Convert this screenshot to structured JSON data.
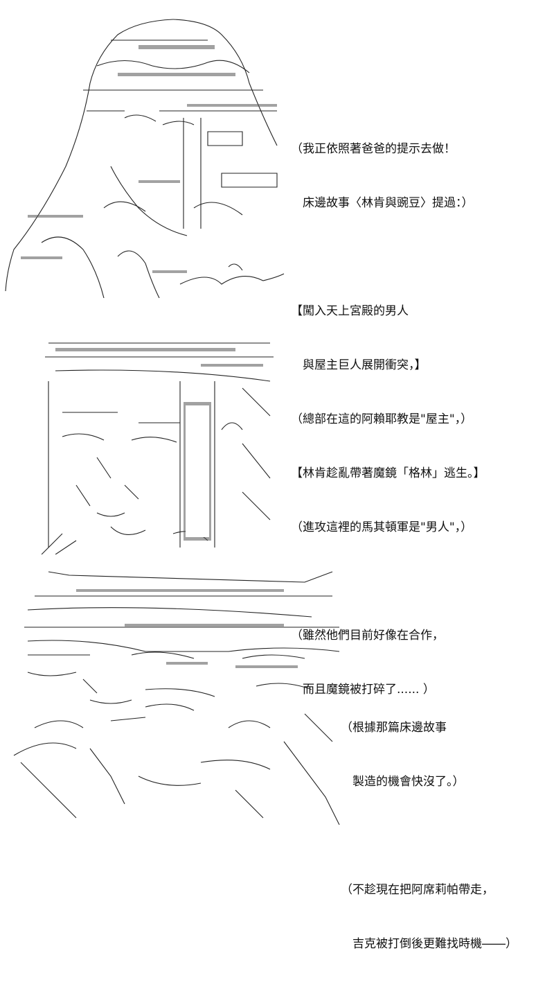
{
  "panels": [
    {
      "id": "panel-1",
      "lines": [
        "（我正依照著爸爸的提示去做！",
        "　床邊故事〈林肯與豌豆〉提過：）",
        "",
        "【闖入天上宮殿的男人",
        "　與屋主巨人展開衝突，】",
        "",
        "【林肯趁亂帶著魔鏡「格林」逃生。】"
      ]
    },
    {
      "id": "panel-2",
      "lines": [
        "（總部在這的阿賴耶教是\"屋主\"，）",
        "",
        "（進攻這裡的馬其頓軍是\"男人\"，）",
        "",
        "（雖然他們目前好像在合作，",
        "　而且魔鏡被打碎了...... ）"
      ]
    },
    {
      "id": "panel-3",
      "lines": [
        "（根據那篇床邊故事",
        "　製造的機會快沒了。）",
        "",
        "（不趁現在把阿席莉帕帶走，",
        "　吉克被打倒後更難找時機――）"
      ]
    }
  ],
  "art": {
    "stroke": "#222222",
    "texture": "#555555"
  }
}
